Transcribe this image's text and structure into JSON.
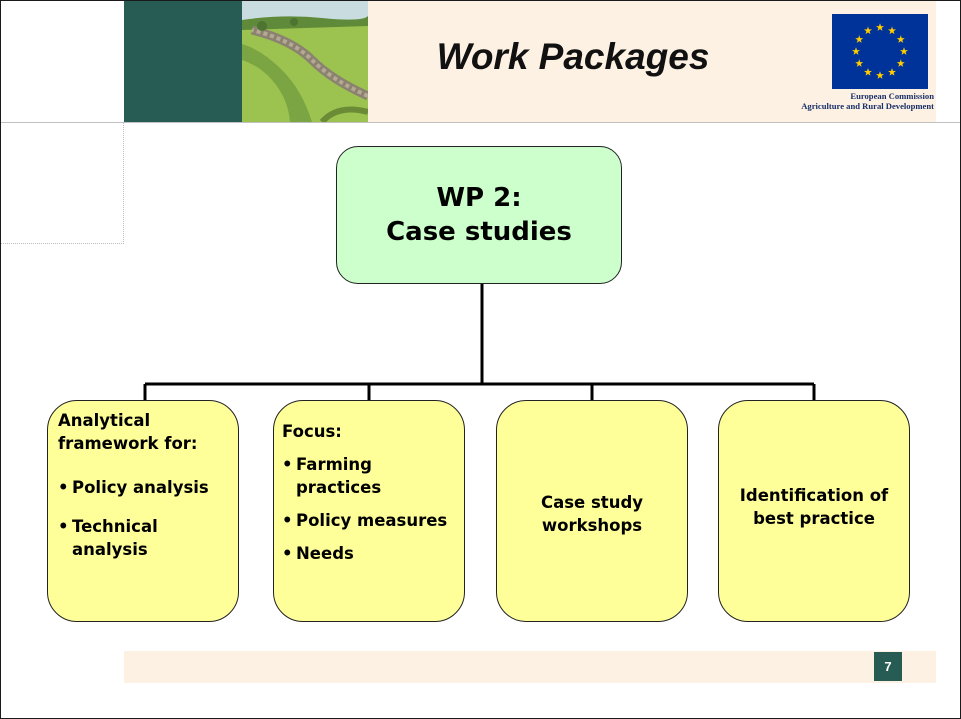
{
  "header": {
    "title": "Work Packages",
    "eu_caption_line1": "European Commission",
    "eu_caption_line2": "Agriculture and Rural Development"
  },
  "diagram": {
    "root": {
      "line1": "WP 2:",
      "line2": "Case studies"
    },
    "children": [
      {
        "heading": "Analytical framework for:",
        "bullets": [
          "Policy analysis",
          "Technical analysis"
        ]
      },
      {
        "heading": "Focus:",
        "bullets": [
          "Farming practices",
          "Policy measures",
          "Needs"
        ]
      },
      {
        "label": "Case study workshops"
      },
      {
        "label": "Identification of best practice"
      }
    ]
  },
  "footer": {
    "page_number": "7"
  },
  "colors": {
    "header_band": "#fdf1e3",
    "teal": "#265c54",
    "root_box": "#ccffcc",
    "child_box": "#ffff99",
    "eu_blue": "#003399",
    "eu_stars": "#ffcc00"
  },
  "icons": {
    "eu_flag": "eu-flag-icon",
    "bullet": "bullet-dot-icon"
  }
}
